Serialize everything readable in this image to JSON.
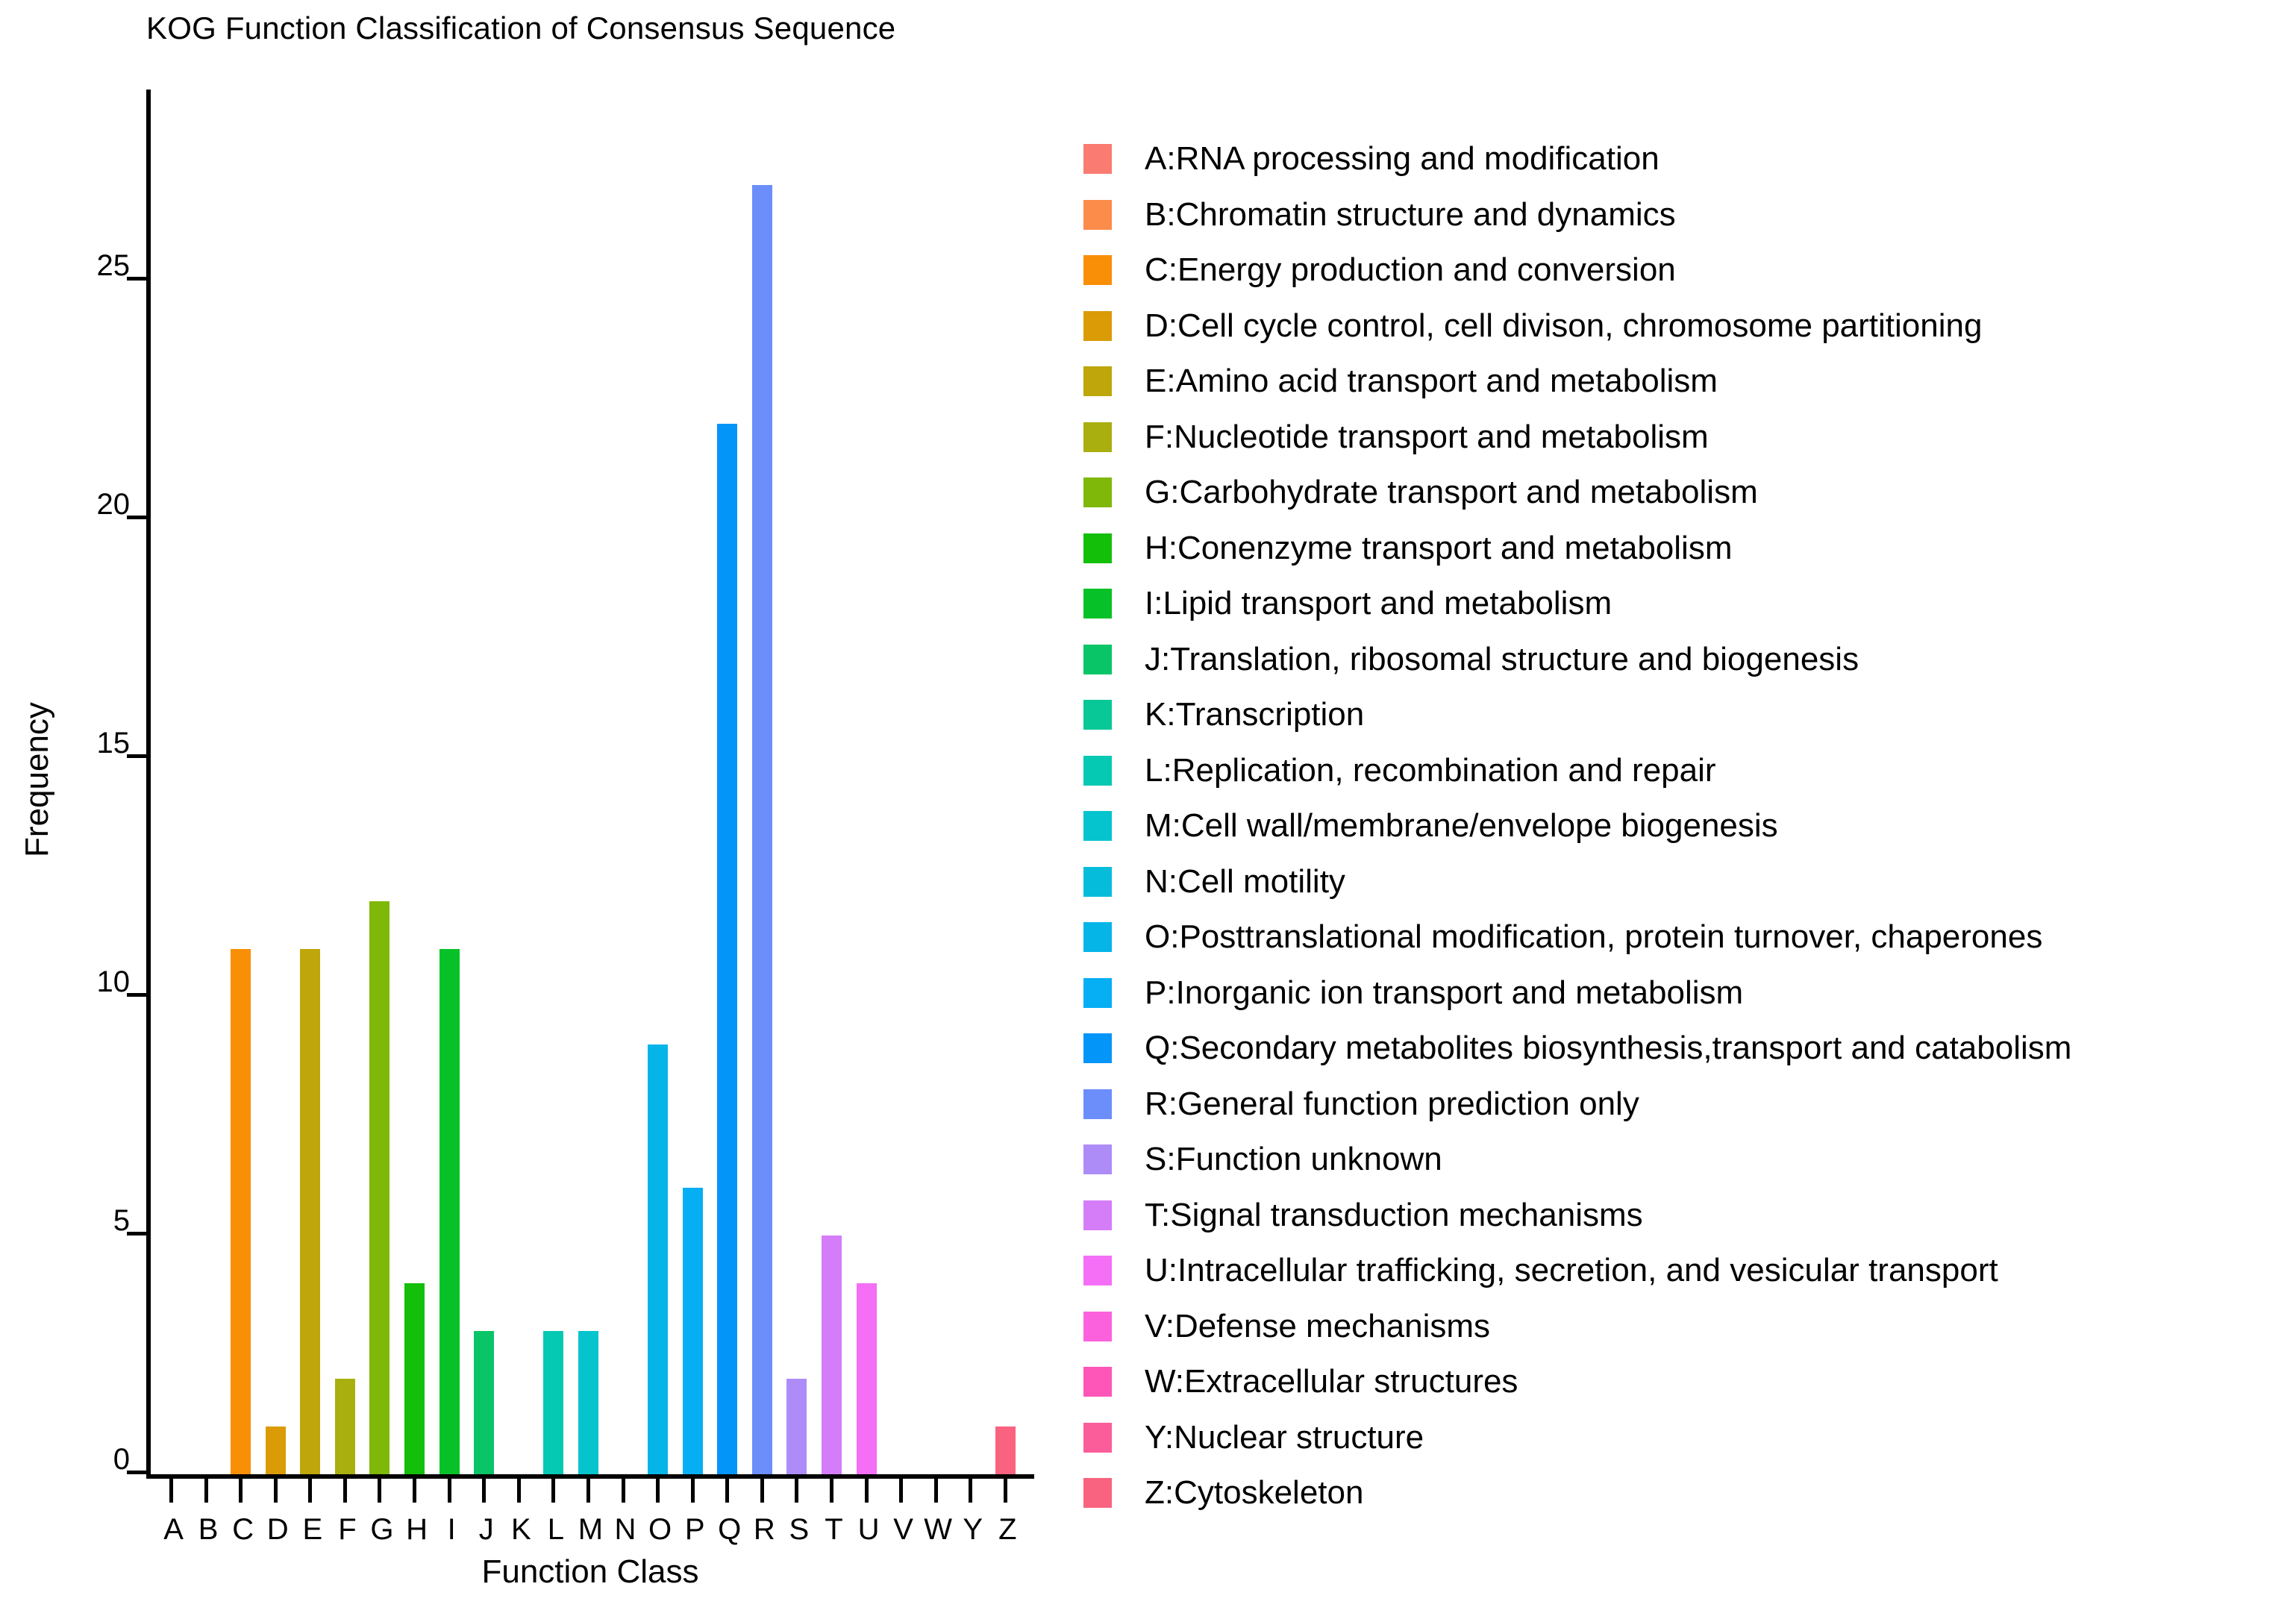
{
  "chart_data": {
    "type": "bar",
    "title": "KOG Function Classification of Consensus Sequence",
    "xlabel": "Function Class",
    "ylabel": "Frequency",
    "ylim": [
      0,
      29
    ],
    "yticks": [
      0,
      5,
      10,
      15,
      20,
      25
    ],
    "grid": false,
    "legend_position": "right",
    "categories": [
      "A",
      "B",
      "C",
      "D",
      "E",
      "F",
      "G",
      "H",
      "I",
      "J",
      "K",
      "L",
      "M",
      "N",
      "O",
      "P",
      "Q",
      "R",
      "S",
      "T",
      "U",
      "V",
      "W",
      "Y",
      "Z"
    ],
    "values": [
      0,
      0,
      11,
      1,
      11,
      2,
      12,
      4,
      11,
      3,
      0,
      3,
      3,
      0,
      9,
      6,
      22,
      27,
      2,
      5,
      4,
      0,
      0,
      0,
      1
    ],
    "colors": [
      "#F97B72",
      "#FB8C4A",
      "#F98E07",
      "#DB9B06",
      "#BEA60B",
      "#A8AF0E",
      "#7FB808",
      "#13BF08",
      "#07C128",
      "#09C567",
      "#07C896",
      "#06C9B3",
      "#06C4CE",
      "#05BDDB",
      "#06B5E8",
      "#06AEF4",
      "#0495F9",
      "#6B8EFA",
      "#AE8CF7",
      "#D57DF8",
      "#F46FF5",
      "#FC61DD",
      "#FD55B8",
      "#FB5D9A",
      "#F9637F"
    ],
    "legend_entries": [
      {
        "key": "A",
        "color": "#F97B72",
        "label": "A:RNA processing and modification"
      },
      {
        "key": "B",
        "color": "#FB8C4A",
        "label": "B:Chromatin structure and dynamics"
      },
      {
        "key": "C",
        "color": "#F98E07",
        "label": "C:Energy production and conversion"
      },
      {
        "key": "D",
        "color": "#DB9B06",
        "label": "D:Cell cycle control, cell divison, chromosome partitioning"
      },
      {
        "key": "E",
        "color": "#BEA60B",
        "label": "E:Amino acid transport and metabolism"
      },
      {
        "key": "F",
        "color": "#A8AF0E",
        "label": "F:Nucleotide transport and metabolism"
      },
      {
        "key": "G",
        "color": "#7FB808",
        "label": "G:Carbohydrate transport and metabolism"
      },
      {
        "key": "H",
        "color": "#13BF08",
        "label": "H:Conenzyme transport and metabolism"
      },
      {
        "key": "I",
        "color": "#07C128",
        "label": "I:Lipid transport and metabolism"
      },
      {
        "key": "J",
        "color": "#09C567",
        "label": "J:Translation, ribosomal structure and biogenesis"
      },
      {
        "key": "K",
        "color": "#07C896",
        "label": "K:Transcription"
      },
      {
        "key": "L",
        "color": "#06C9B3",
        "label": "L:Replication, recombination and repair"
      },
      {
        "key": "M",
        "color": "#06C4CE",
        "label": "M:Cell wall/membrane/envelope biogenesis"
      },
      {
        "key": "N",
        "color": "#05BDDB",
        "label": "N:Cell motility"
      },
      {
        "key": "O",
        "color": "#06B5E8",
        "label": "O:Posttranslational modification, protein turnover, chaperones"
      },
      {
        "key": "P",
        "color": "#06AEF4",
        "label": "P:Inorganic ion transport and metabolism"
      },
      {
        "key": "Q",
        "color": "#0495F9",
        "label": "Q:Secondary metabolites biosynthesis,transport and catabolism"
      },
      {
        "key": "R",
        "color": "#6B8EFA",
        "label": "R:General function prediction only"
      },
      {
        "key": "S",
        "color": "#AE8CF7",
        "label": "S:Function unknown"
      },
      {
        "key": "T",
        "color": "#D57DF8",
        "label": "T:Signal transduction mechanisms"
      },
      {
        "key": "U",
        "color": "#F46FF5",
        "label": "U:Intracellular trafficking, secretion, and vesicular transport"
      },
      {
        "key": "V",
        "color": "#FC61DD",
        "label": "V:Defense mechanisms"
      },
      {
        "key": "W",
        "color": "#FD55B8",
        "label": "W:Extracellular structures"
      },
      {
        "key": "Y",
        "color": "#FB5D9A",
        "label": "Y:Nuclear structure"
      },
      {
        "key": "Z",
        "color": "#F9637F",
        "label": "Z:Cytoskeleton"
      }
    ]
  }
}
